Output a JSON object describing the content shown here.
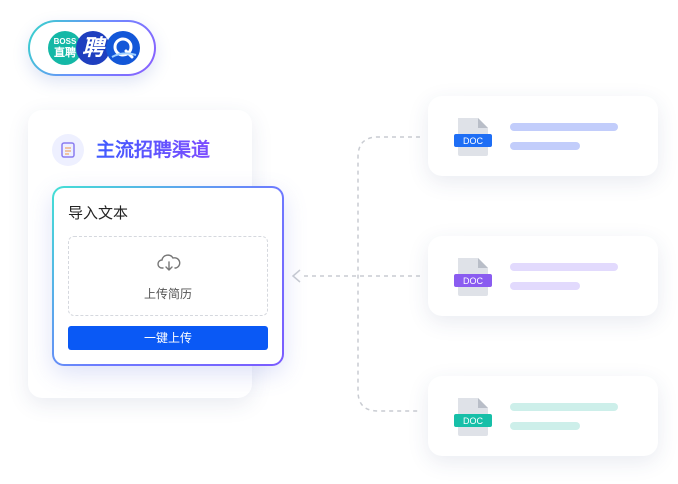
{
  "logo": {
    "boss_line1": "BOSS",
    "boss_line2": "直聘",
    "pin_char": "聘",
    "icons": [
      "boss-zhipin-logo",
      "pin-logo",
      "q-logo"
    ]
  },
  "channel": {
    "title": "主流招聘渠道",
    "icon": "document-icon"
  },
  "import": {
    "title": "导入文本",
    "dropzone_text": "上传简历",
    "upload_button": "一键上传"
  },
  "documents": [
    {
      "label": "DOC",
      "color": "#1e6ef5",
      "line_color": "#c2cdfb"
    },
    {
      "label": "DOC",
      "color": "#8a5cf0",
      "line_color": "#e2dafd"
    },
    {
      "label": "DOC",
      "color": "#17bfa8",
      "line_color": "#cdefea"
    }
  ],
  "colors": {
    "primary_button": "#0a59f5",
    "gradient_start": "#3f5bff",
    "gradient_end": "#7e4dff"
  }
}
